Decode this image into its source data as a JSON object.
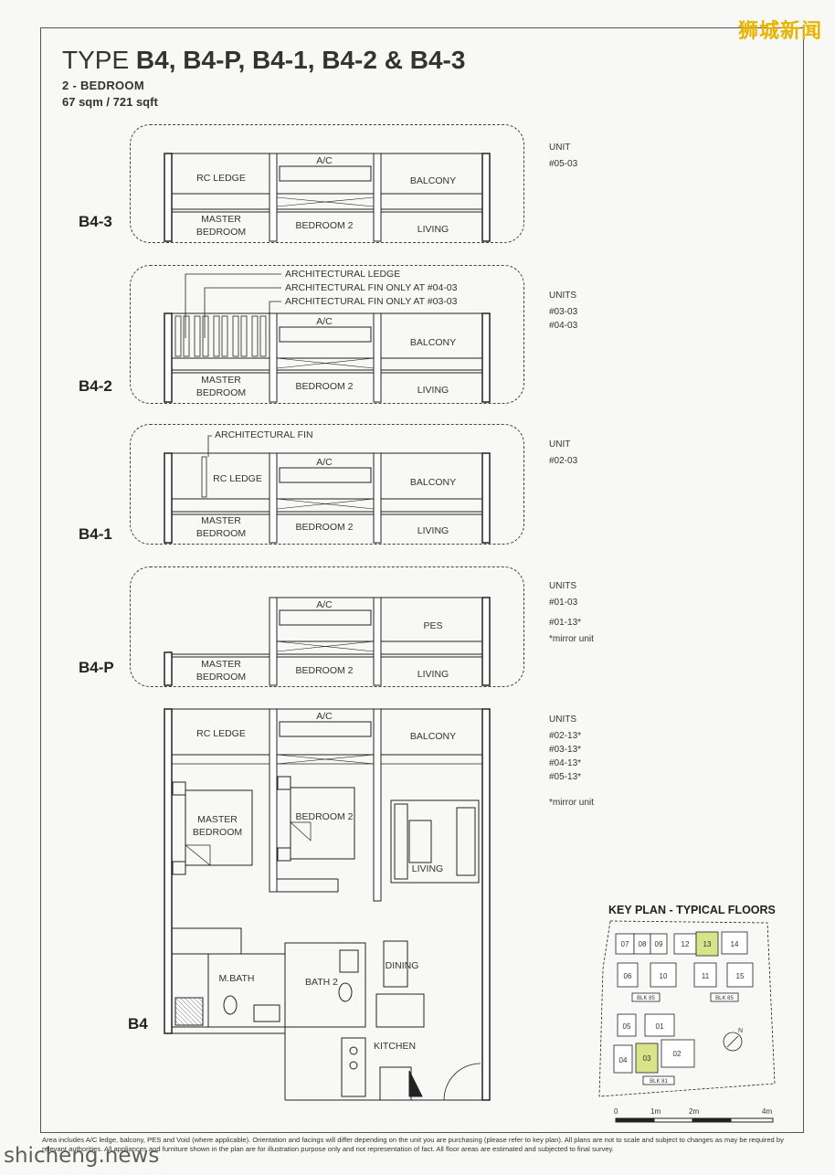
{
  "watermark_top": "狮城新闻",
  "watermark_bottom": "shicheng.news",
  "header": {
    "title_prefix": "TYPE ",
    "title_types": "B4, B4-P, B4-1, B4-2 & B4-3",
    "subtitle": "2 - BEDROOM",
    "area": "67 sqm / 721 sqft"
  },
  "plans": [
    {
      "type": "B4-3",
      "rooms": {
        "rc_ledge": "RC LEDGE",
        "ac": "A/C",
        "balcony": "BALCONY",
        "master_1": "MASTER",
        "master_2": "BEDROOM",
        "bedroom2": "BEDROOM 2",
        "living": "LIVING"
      },
      "units_heading": "UNIT",
      "units": [
        "#05-03"
      ]
    },
    {
      "type": "B4-2",
      "callouts": [
        "ARCHITECTURAL LEDGE",
        "ARCHITECTURAL FIN ONLY AT #04-03",
        "ARCHITECTURAL FIN ONLY AT #03-03"
      ],
      "rooms": {
        "ac": "A/C",
        "balcony": "BALCONY",
        "master_1": "MASTER",
        "master_2": "BEDROOM",
        "bedroom2": "BEDROOM 2",
        "living": "LIVING"
      },
      "units_heading": "UNITS",
      "units": [
        "#03-03",
        "#04-03"
      ]
    },
    {
      "type": "B4-1",
      "callouts": [
        "ARCHITECTURAL FIN"
      ],
      "rooms": {
        "rc_ledge": "RC LEDGE",
        "ac": "A/C",
        "balcony": "BALCONY",
        "master_1": "MASTER",
        "master_2": "BEDROOM",
        "bedroom2": "BEDROOM 2",
        "living": "LIVING"
      },
      "units_heading": "UNIT",
      "units": [
        "#02-03"
      ]
    },
    {
      "type": "B4-P",
      "rooms": {
        "ac": "A/C",
        "pes": "PES",
        "master_1": "MASTER",
        "master_2": "BEDROOM",
        "bedroom2": "BEDROOM 2",
        "living": "LIVING"
      },
      "units_heading": "UNITS",
      "units": [
        "#01-03",
        "#01-13*"
      ],
      "note": "*mirror unit"
    },
    {
      "type": "B4",
      "rooms": {
        "rc_ledge": "RC LEDGE",
        "ac": "A/C",
        "balcony": "BALCONY",
        "master_1": "MASTER",
        "master_2": "BEDROOM",
        "bedroom2": "BEDROOM 2",
        "living": "LIVING",
        "mbath": "M.BATH",
        "bath2": "BATH 2",
        "dining": "DINING",
        "kitchen": "KITCHEN"
      },
      "units_heading": "UNITS",
      "units": [
        "#02-13*",
        "#03-13*",
        "#04-13*",
        "#05-13*"
      ],
      "note": "*mirror unit"
    }
  ],
  "key_plan": {
    "title": "KEY PLAN - TYPICAL FLOORS",
    "units_top": [
      "07",
      "08",
      "09",
      "12",
      "13",
      "14",
      "06",
      "10",
      "11",
      "15"
    ],
    "units_bottom": [
      "05",
      "01",
      "04",
      "03",
      "02"
    ],
    "blocks": [
      "BLK 85",
      "BLK 85",
      "BLK 81"
    ],
    "highlighted": [
      "13",
      "03"
    ],
    "highlight_color": "#d8e48a",
    "north": "N"
  },
  "scale_bar": {
    "labels": [
      "0",
      "1m",
      "2m",
      "4m"
    ]
  },
  "footnote": "Area includes A/C ledge, balcony, PES and Void (where applicable). Orientation and facings will differ depending on the unit you are purchasing (please refer to key plan). All plans are not to scale and subject to changes as may be required by relevant authorities. All appliances and furniture shown in the plan are for illustration purpose only and not representation of fact. All floor areas are estimated and subjected to final survey."
}
